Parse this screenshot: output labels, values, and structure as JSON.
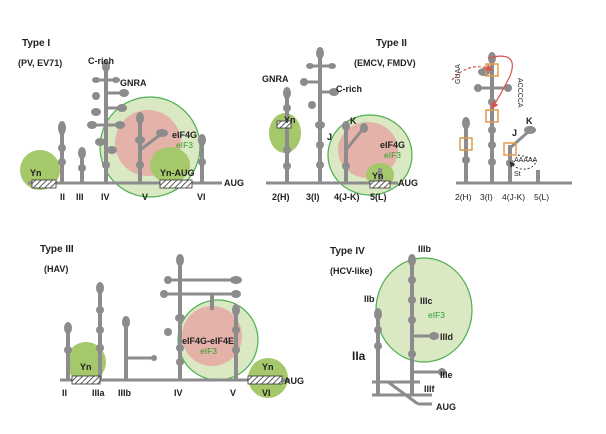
{
  "type1": {
    "title": "Type I",
    "subtitle": "(PV, EV71)",
    "c_rich": "C-rich",
    "gnra": "GNRA",
    "eif4g": "eIF4G",
    "eif3": "eIF3",
    "yn": "Yn",
    "yn_aug": "Yn-AUG",
    "aug": "AUG",
    "domains": [
      "II",
      "III",
      "IV",
      "V",
      "VI"
    ]
  },
  "type2": {
    "title": "Type II",
    "subtitle": "(EMCV, FMDV)",
    "gnra": "GNRA",
    "c_rich": "C-rich",
    "yn": "Yn",
    "j": "J",
    "k": "K",
    "eif4g": "eIF4G",
    "eif3": "eIF3",
    "aug": "AUG",
    "domains": [
      "2(H)",
      "3(I)",
      "4(J-K)",
      "5(L)"
    ],
    "gnra_seq": "GUAA",
    "accc_seq": "ACCCCA",
    "aaaa_seq": "AAAAA",
    "st": "St",
    "j2": "J",
    "k2": "K",
    "domains2": [
      "2(H)",
      "3(I)",
      "4(J-K)",
      "5(L)"
    ]
  },
  "type3": {
    "title": "Type III",
    "subtitle": "(HAV)",
    "yn": "Yn",
    "yn2": "Yn",
    "eif4g_eif4e": "eIF4G-eIF4E",
    "eif3": "eIF3",
    "aug": "AUG",
    "domains": [
      "II",
      "IIIa",
      "IIIb",
      "IV",
      "V",
      "VI"
    ]
  },
  "type4": {
    "title": "Type IV",
    "subtitle": "(HCV-like)",
    "iiib": "IIIb",
    "iiic": "IIIc",
    "iiid": "IIId",
    "iiie": "IIIe",
    "iiif": "IIIf",
    "iib": "IIb",
    "iia": "IIa",
    "eif3": "eIF3",
    "aug": "AUG"
  },
  "colors": {
    "rna_gray": "#8c8c8c",
    "green_circle": "#a5c86b",
    "green_oval_fill": "#dbe8c4",
    "green_oval_stroke": "#4caf50",
    "pink": "#e6a8a4",
    "orange_box": "#e39a4c",
    "red_arrow": "#d9534f"
  }
}
